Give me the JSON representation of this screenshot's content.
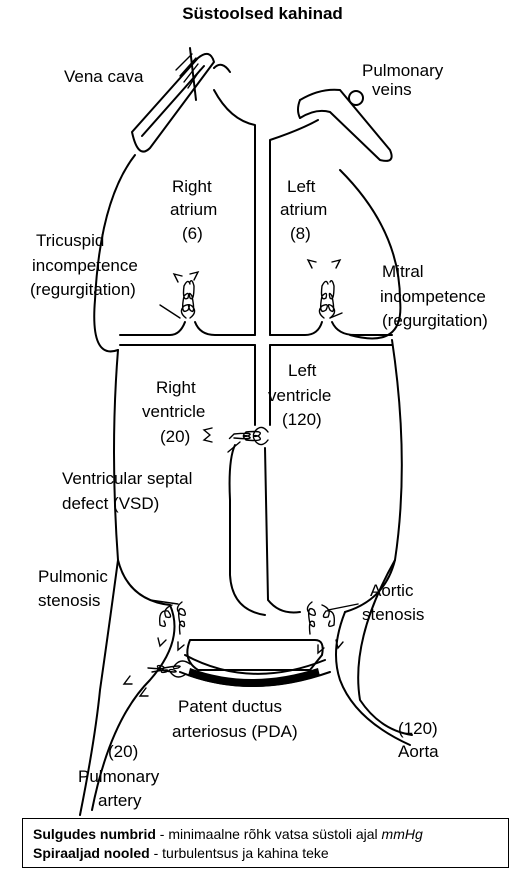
{
  "title": "Süstoolsed kahinad",
  "labels": {
    "vena_cava": "Vena cava",
    "pulmonary_veins_1": "Pulmonary",
    "pulmonary_veins_2": "veins",
    "right_atrium_1": "Right",
    "right_atrium_2": "atrium",
    "right_atrium_val": "(6)",
    "left_atrium_1": "Left",
    "left_atrium_2": "atrium",
    "left_atrium_val": "(8)",
    "tricuspid_1": "Tricuspid",
    "tricuspid_2": "incompetence",
    "tricuspid_3": "(regurgitation)",
    "mitral_1": "Mitral",
    "mitral_2": "incompetence",
    "mitral_3": "(regurgitation)",
    "right_ventricle_1": "Right",
    "right_ventricle_2": "ventricle",
    "right_ventricle_val": "(20)",
    "left_ventricle_1": "Left",
    "left_ventricle_2": "ventricle",
    "left_ventricle_val": "(120)",
    "vsd_1": "Ventricular septal",
    "vsd_2": "defect (VSD)",
    "pulmonic_1": "Pulmonic",
    "pulmonic_2": "stenosis",
    "aortic_1": "Aortic",
    "aortic_2": "stenosis",
    "pda_1": "Patent ductus",
    "pda_2": "arteriosus (PDA)",
    "aorta_val": "(120)",
    "aorta": "Aorta",
    "pa_val": "(20)",
    "pa_1": "Pulmonary",
    "pa_2": "artery"
  },
  "legend": {
    "line1_bold": "Sulgudes numbrid",
    "line1_text": " - minimaalne rõhk vatsa süstoli ajal ",
    "line1_unit": "mmHg",
    "line2_bold": "Spiraaljad nooled",
    "line2_text": " - turbulentsus ja kahina teke"
  }
}
